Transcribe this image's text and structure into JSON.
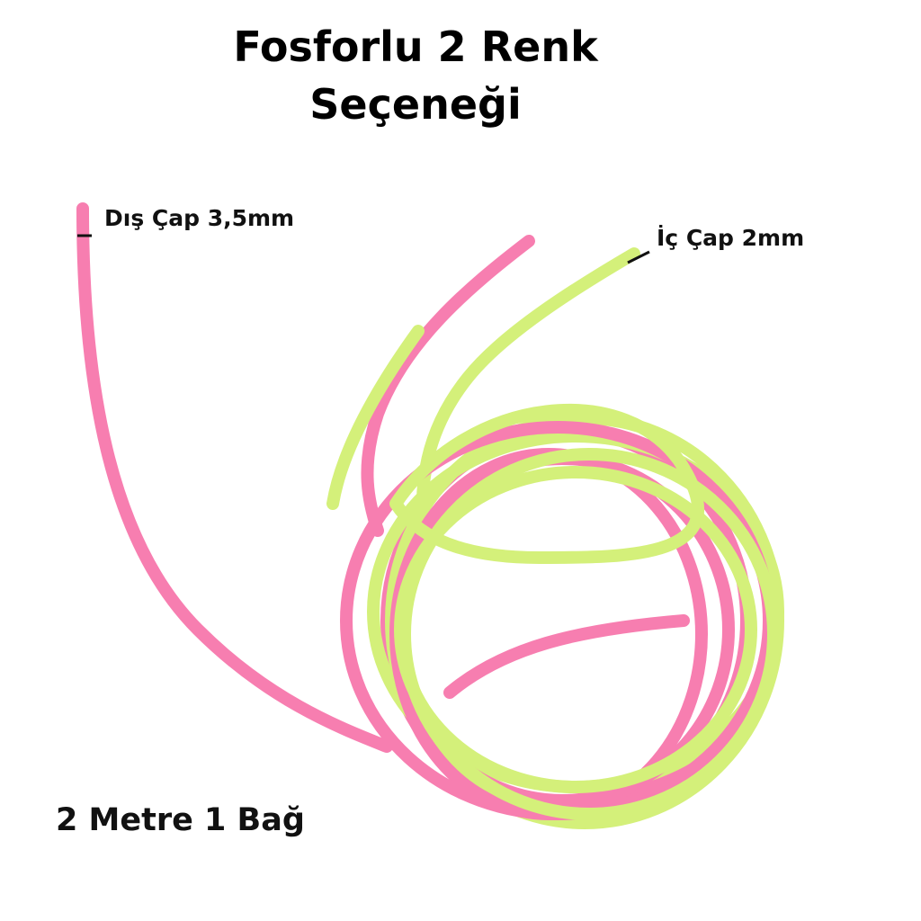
{
  "title": {
    "line1": "Fosforlu 2 Renk",
    "line2": "Seçeneği"
  },
  "labels": {
    "outer_diameter": "Dış Çap 3,5mm",
    "inner_diameter": "İç Çap 2mm",
    "length": "2 Metre 1 Bağ"
  },
  "colors": {
    "pink_tube": "#f77eb0",
    "green_tube": "#d4f07a",
    "text": "#111111"
  },
  "product": {
    "icon": "phosphorescent-tube-coil-image"
  }
}
